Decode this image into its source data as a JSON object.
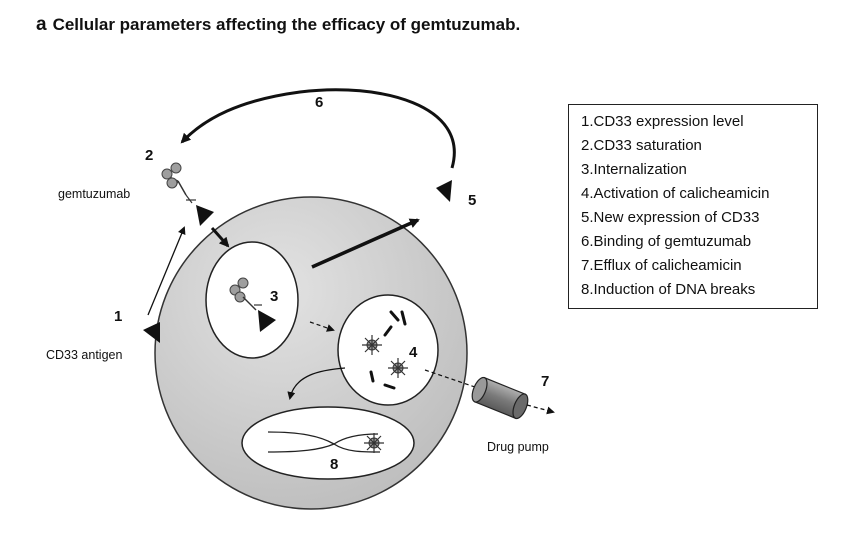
{
  "figure": {
    "panel_letter": "a",
    "title": "Cellular parameters affecting the efficacy of gemtuzumab."
  },
  "labels": {
    "gemtuzumab": "gemtuzumab",
    "cd33_antigen": "CD33 antigen",
    "drug_pump": "Drug pump"
  },
  "step_numbers": [
    "1",
    "2",
    "3",
    "4",
    "5",
    "6",
    "7",
    "8"
  ],
  "legend": {
    "items": [
      "1.CD33 expression level",
      "2.CD33 saturation",
      "3.Internalization",
      "4.Activation of calicheamicin",
      "5.New expression of CD33",
      "6.Binding of gemtuzumab",
      "7.Efflux of calicheamicin",
      "8.Induction of DNA breaks"
    ]
  },
  "colors": {
    "cell_fill": "#bdbdbd",
    "cell_highlight": "#e2e2e2",
    "compartment_fill": "#ffffff",
    "antibody_fill": "#9e9e9e",
    "pump_fill": "#8a8a8a",
    "line": "#111111"
  },
  "icons": [
    "arrow-icon",
    "antibody-icon",
    "receptor-icon",
    "starburst-icon",
    "dna-icon",
    "pump-icon"
  ]
}
